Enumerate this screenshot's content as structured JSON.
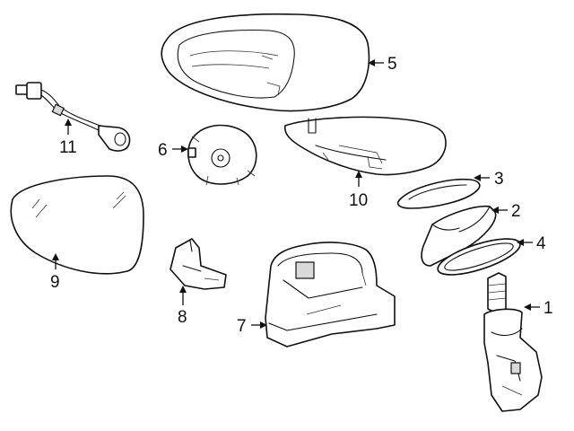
{
  "callouts": [
    {
      "id": "1",
      "text": "1"
    },
    {
      "id": "2",
      "text": "2"
    },
    {
      "id": "3",
      "text": "3"
    },
    {
      "id": "4",
      "text": "4"
    },
    {
      "id": "5",
      "text": "5"
    },
    {
      "id": "6",
      "text": "6"
    },
    {
      "id": "7",
      "text": "7"
    },
    {
      "id": "8",
      "text": "8"
    },
    {
      "id": "9",
      "text": "9"
    },
    {
      "id": "10",
      "text": "10"
    },
    {
      "id": "11",
      "text": "11"
    }
  ],
  "colors": {
    "line": "#111111",
    "background": "#ffffff",
    "shade": "#d9d9d9"
  }
}
